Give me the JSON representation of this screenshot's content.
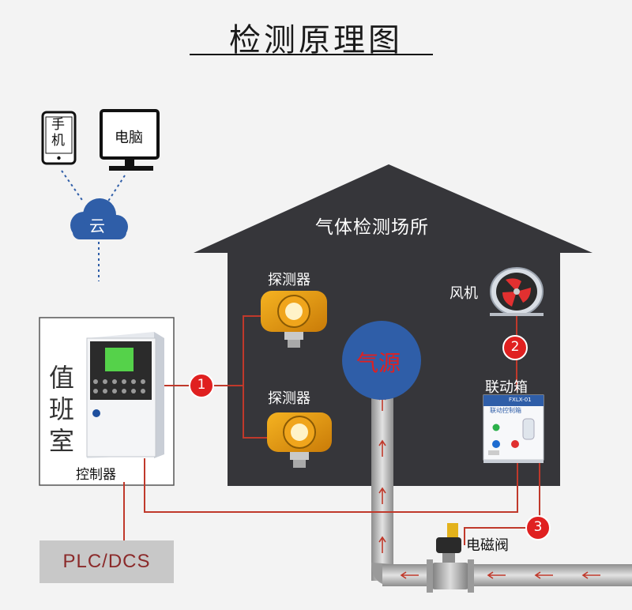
{
  "title": "检测原理图",
  "labels": {
    "phone": "手机",
    "computer": "电脑",
    "cloud": "云",
    "site": "气体检测场所",
    "detector_top": "探测器",
    "detector_bottom": "探测器",
    "fan": "风机",
    "gas_source": "气源",
    "linkage_box": "联动箱",
    "linkage_panel": "联动控制箱",
    "linkage_tag": "FXLX-01",
    "duty_room": "值班室",
    "controller": "控制器",
    "plc": "PLC/DCS",
    "solenoid_valve": "电磁阀"
  },
  "markers": [
    "1",
    "2",
    "3"
  ],
  "colors": {
    "house": "#36363a",
    "signal_line": "#c0392b",
    "marker_fill": "#e02020",
    "gas_circle": "#2f5ea8",
    "pipe": "#b5b5b5",
    "cloud": "#2f5ea8",
    "plc_box": "#c8c8c8",
    "plc_text": "#8b2a2a"
  }
}
